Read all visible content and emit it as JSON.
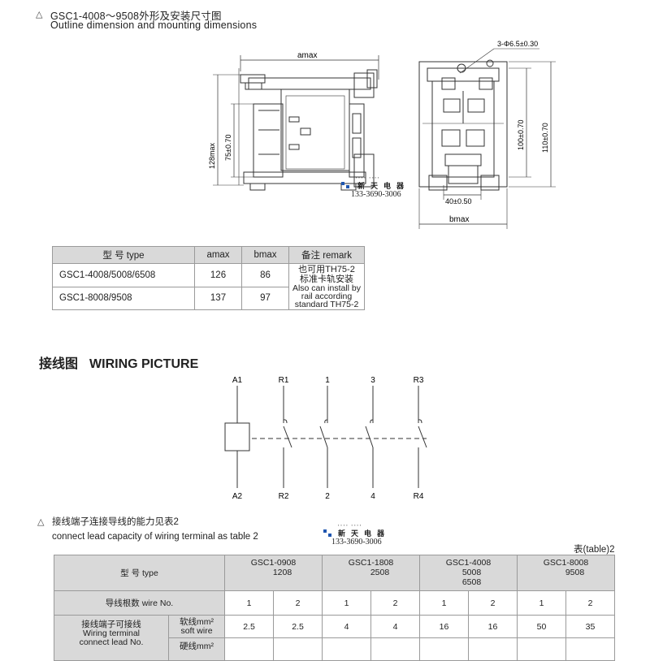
{
  "outline": {
    "title_cn": "GSC1-4008～9508外形及安装尺寸图",
    "title_en": "Outline dimension and mounting dimensions",
    "dims": {
      "amax": "amax",
      "h128": "128max",
      "h75": "75±0.70",
      "holes": "3-Φ6.5±0.30",
      "h100": "100±0.70",
      "h110": "110±0.70",
      "w40": "40±0.50",
      "bmax": "bmax"
    }
  },
  "stamp": {
    "dots": "▪▪▪▪ ▪▪▪▪",
    "brand": "新天电器",
    "phone": "133-3690-3006"
  },
  "table1": {
    "headers": [
      "型 号 type",
      "amax",
      "bmax",
      "备注 remark"
    ],
    "rows": [
      {
        "model": "GSC1-4008/5008/6508",
        "amax": "126",
        "bmax": "86"
      },
      {
        "model": "GSC1-8008/9508",
        "amax": "137",
        "bmax": "97"
      }
    ],
    "remark_cn_1": "也可用TH75-2",
    "remark_cn_2": "标准卡轨安装",
    "remark_en_1": "Also can install by",
    "remark_en_2": "rail according",
    "remark_en_3": "standard TH75-2"
  },
  "wiring": {
    "title_cn": "接线图",
    "title_en": "WIRING PICTURE",
    "top_labels": [
      "A1",
      "R1",
      "1",
      "3",
      "R3"
    ],
    "bottom_labels": [
      "A2",
      "R2",
      "2",
      "4",
      "R4"
    ]
  },
  "terminal": {
    "title_cn": "接线端子连接导线的能力见表2",
    "title_en": "connect lead capacity of wiring terminal as table 2",
    "table_label": "表(table)2"
  },
  "table2": {
    "type_header": "型 号 type",
    "models": [
      {
        "l1": "GSC1-0908",
        "l2": "1208",
        "l3": ""
      },
      {
        "l1": "GSC1-1808",
        "l2": "2508",
        "l3": ""
      },
      {
        "l1": "GSC1-4008",
        "l2": "5008",
        "l3": "6508"
      },
      {
        "l1": "GSC1-8008",
        "l2": "9508",
        "l3": ""
      }
    ],
    "wire_no_label": "导线根数 wire No.",
    "wire_no": [
      "1",
      "2",
      "1",
      "2",
      "1",
      "2",
      "1",
      "2"
    ],
    "conn_cn": "接线端子可接线",
    "conn_en1": "Wiring terminal",
    "conn_en2": "connect lead No.",
    "soft_cn": "软线mm²",
    "soft_en": "soft wire",
    "soft": [
      "2.5",
      "2.5",
      "4",
      "4",
      "16",
      "16",
      "50",
      "35"
    ],
    "hard_cn": "硬线mm²"
  }
}
